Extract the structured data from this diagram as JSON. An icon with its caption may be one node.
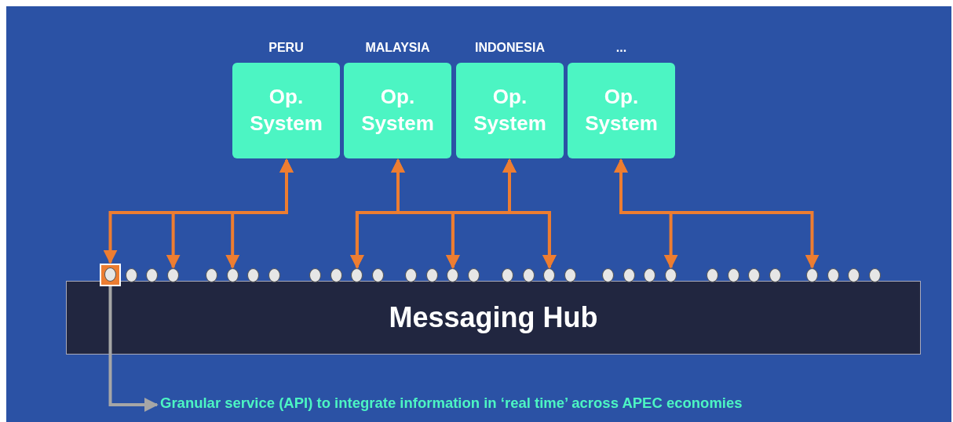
{
  "diagram": {
    "nodes": [
      {
        "text": [
          "PERU",
          "Op. System"
        ]
      },
      {
        "text": [
          "MALAYSIA",
          "Op. System"
        ]
      },
      {
        "text": [
          "INDONESIA",
          "Op. System"
        ]
      },
      {
        "text": [
          "...",
          "Op. System"
        ]
      },
      {
        "text": [
          "Messaging Hub"
        ]
      },
      {
        "text": [],
        "shape": "circle"
      },
      {
        "text": [],
        "shape": "circle"
      },
      {
        "text": [],
        "shape": "circle"
      },
      {
        "text": [],
        "shape": "circle"
      },
      {
        "text": [],
        "shape": "circle"
      },
      {
        "text": [],
        "shape": "circle"
      },
      {
        "text": [],
        "shape": "circle"
      },
      {
        "text": [],
        "shape": "circle"
      },
      {
        "text": [],
        "shape": "circle"
      },
      {
        "text": [],
        "shape": "circle"
      },
      {
        "text": [],
        "shape": "circle"
      },
      {
        "text": [],
        "shape": "circle"
      },
      {
        "text": [],
        "shape": "circle"
      },
      {
        "text": [],
        "shape": "circle"
      },
      {
        "text": [],
        "shape": "circle"
      },
      {
        "text": [],
        "shape": "circle"
      },
      {
        "text": [],
        "shape": "circle"
      },
      {
        "text": [],
        "shape": "circle"
      },
      {
        "text": [],
        "shape": "circle"
      },
      {
        "text": [],
        "shape": "circle"
      },
      {
        "text": [],
        "shape": "circle"
      },
      {
        "text": [],
        "shape": "circle"
      },
      {
        "text": [],
        "shape": "circle"
      },
      {
        "text": [],
        "shape": "circle"
      },
      {
        "text": [],
        "shape": "circle"
      },
      {
        "text": [],
        "shape": "circle"
      },
      {
        "text": [],
        "shape": "circle"
      },
      {
        "text": [],
        "shape": "circle"
      },
      {
        "text": [],
        "shape": "circle"
      },
      {
        "text": [],
        "shape": "circle"
      },
      {
        "text": [],
        "shape": "circle"
      },
      {
        "text": [],
        "shape": "circle"
      },
      {
        "text": [
          "Granular service (API) to integrate information in ‘real time’ across APEC economies"
        ]
      }
    ],
    "edges": [
      {
        "from": 0,
        "to": 5,
        "arrow": "both"
      },
      {
        "from": 0,
        "to": 8,
        "arrow": "both"
      },
      {
        "from": 0,
        "to": 10,
        "arrow": "both"
      },
      {
        "from": 1,
        "to": 15,
        "arrow": "both"
      },
      {
        "from": 1,
        "to": 19,
        "arrow": "both"
      },
      {
        "from": 1,
        "to": 23,
        "arrow": "both"
      },
      {
        "from": 2,
        "to": 15,
        "arrow": "both"
      },
      {
        "from": 2,
        "to": 19,
        "arrow": "both"
      },
      {
        "from": 2,
        "to": 23,
        "arrow": "both"
      },
      {
        "from": 3,
        "to": 28,
        "arrow": "both"
      },
      {
        "from": 3,
        "to": 33,
        "arrow": "both"
      },
      {
        "from": 5,
        "to": 37,
        "arrow": "to",
        "color": "#a6a6a6"
      }
    ]
  }
}
